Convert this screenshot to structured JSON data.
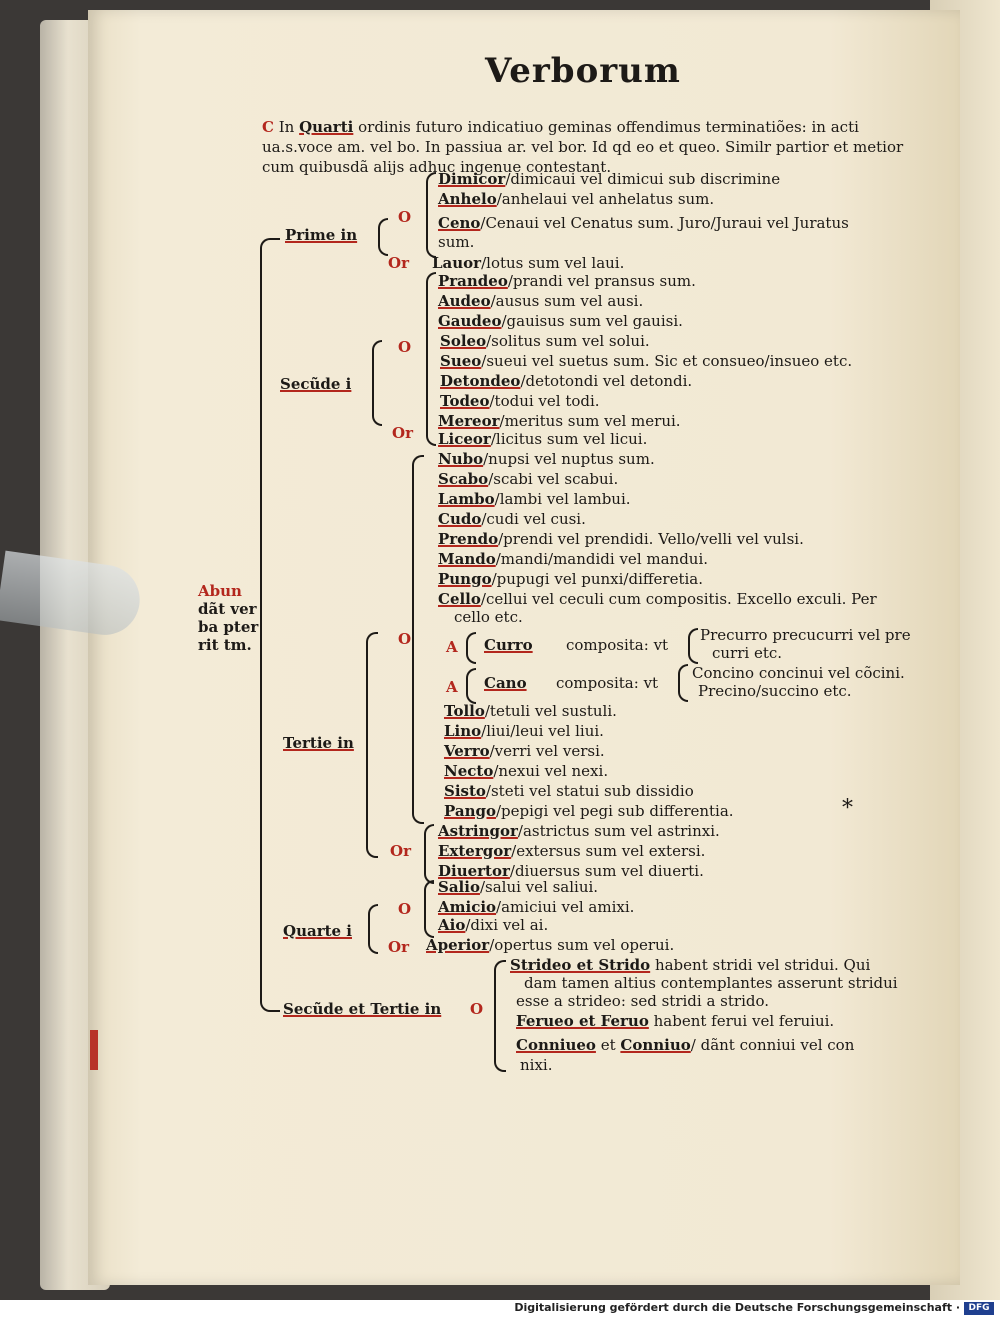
{
  "header": "Verborum",
  "intro": {
    "marker": "C",
    "l1_lead": "In",
    "l1_key": "Quarti",
    "l1_rest": "ordinis futuro indicatiuo geminas offendimus terminatiões: in acti",
    "l2": "ua.s.voce am. vel bo. In passiua ar. vel bor. Id qd eo et queo. Similr partior et metior",
    "l3": "cum quibusdã alijs adhuc ingenue contestant."
  },
  "root_label": [
    "Abun",
    "dãt ver",
    "ba pter",
    "rit tm."
  ],
  "groups": {
    "prime": "Prime in",
    "secunde": "Secũde i",
    "tertie": "Tertie in",
    "quarte": "Quarte i",
    "sec_tert": "Secũde et Tertie in"
  },
  "markers": {
    "o": "O",
    "or": "Or",
    "a": "A"
  },
  "prime": {
    "o_entries": [
      {
        "key": "Dimicor",
        "rest": "/dimicaui vel dimicui sub discrimine"
      },
      {
        "key": "Anhelo",
        "rest": "/anhelaui vel anhelatus sum."
      },
      {
        "key": "Ceno",
        "rest": "/Cenaui vel Cenatus sum. Juro/Juraui vel Juratus"
      }
    ],
    "cont": "sum.",
    "or_entry": {
      "key": "Lauor",
      "rest": "/lotus sum vel laui."
    }
  },
  "secunde": {
    "top": [
      {
        "key": "Prandeo",
        "rest": "/prandi vel pransus sum."
      },
      {
        "key": "Audeo",
        "rest": "/ausus sum vel ausi."
      },
      {
        "key": "Gaudeo",
        "rest": "/gauisus sum vel gauisi."
      }
    ],
    "o_entries": [
      {
        "key": "Soleo",
        "rest": "/solitus sum vel solui."
      },
      {
        "key": "Sueo",
        "rest": "/sueui vel suetus sum. Sic et consueo/insueo etc."
      },
      {
        "key": "Detondeo",
        "rest": "/detotondi vel detondi."
      },
      {
        "key": "Todeo",
        "rest": "/todui vel todi."
      }
    ],
    "or_entries": [
      {
        "key": "Mereor",
        "rest": "/meritus sum vel merui."
      },
      {
        "key": "Liceor",
        "rest": "/licitus sum vel licui."
      }
    ]
  },
  "tertie": {
    "top": [
      {
        "key": "Nubo",
        "rest": "/nupsi vel nuptus sum."
      },
      {
        "key": "Scabo",
        "rest": "/scabi vel scabui."
      },
      {
        "key": "Lambo",
        "rest": "/lambi vel lambui."
      },
      {
        "key": "Cudo",
        "rest": "/cudi vel cusi."
      },
      {
        "key": "Prendo",
        "rest": "/prendi vel prendidi. Vello/velli vel vulsi."
      },
      {
        "key": "Mando",
        "rest": "/mandi/mandidi vel mandui."
      },
      {
        "key": "Pungo",
        "rest": "/pupugi vel punxi/differetia."
      },
      {
        "key": "Cello",
        "rest": "/cellui vel ceculi cum compositis. Excello exculi. Per"
      }
    ],
    "cont": "cello etc.",
    "curro": "Curro",
    "cano": "Cano",
    "composita": "composita: vt",
    "curro_l1": "Precurro precucurri vel pre",
    "curro_l2": "curri etc.",
    "cano_l1": "Concino concinui vel cõcini.",
    "cano_l2": "Precino/succino etc.",
    "o_entries": [
      {
        "key": "Tollo",
        "rest": "/tetuli vel sustuli."
      },
      {
        "key": "Lino",
        "rest": "/liui/leui vel liui."
      },
      {
        "key": "Verro",
        "rest": "/verri vel versi."
      },
      {
        "key": "Necto",
        "rest": "/nexui vel nexi."
      },
      {
        "key": "Sisto",
        "rest": "/steti vel statui sub dissidio"
      },
      {
        "key": "Pango",
        "rest": "/pepigi vel pegi sub differentia."
      }
    ],
    "asterisk": "*",
    "or_entries": [
      {
        "key": "Astringor",
        "rest": "/astrictus sum vel astrinxi."
      },
      {
        "key": "Extergor",
        "rest": "/extersus sum vel extersi."
      },
      {
        "key": "Diuertor",
        "rest": "/diuersus sum vel diuerti."
      }
    ]
  },
  "quarte": {
    "o_entries": [
      {
        "key": "Salio",
        "rest": "/salui vel saliui."
      },
      {
        "key": "Amicio",
        "rest": "/amiciui vel amixi."
      },
      {
        "key": "Aio",
        "rest": "/dixi vel ai."
      }
    ],
    "or_entry": {
      "key": "Aperior",
      "rest": "/opertus sum vel operui."
    }
  },
  "sec_tert": {
    "e1_key": "Strideo et Strido",
    "e1_rest": "habent stridi vel stridui. Qui",
    "e1_l2": "dam tamen altius contemplantes asserunt stridui",
    "e1_l3": "esse a strideo: sed stridi a strido.",
    "e2_key": "Ferueo et Feruo",
    "e2_rest": "habent ferui vel feruiui.",
    "e3_key": "Conniueo",
    "e3_mid": "et",
    "e3_key2": "Conniuo",
    "e3_rest": "/ dãnt conniui vel con",
    "e3_l2": "nixi."
  },
  "footer": "Digitalisierung gefördert durch die Deutsche Forschungsgemeinschaft ·",
  "footer_logo": "DFG"
}
